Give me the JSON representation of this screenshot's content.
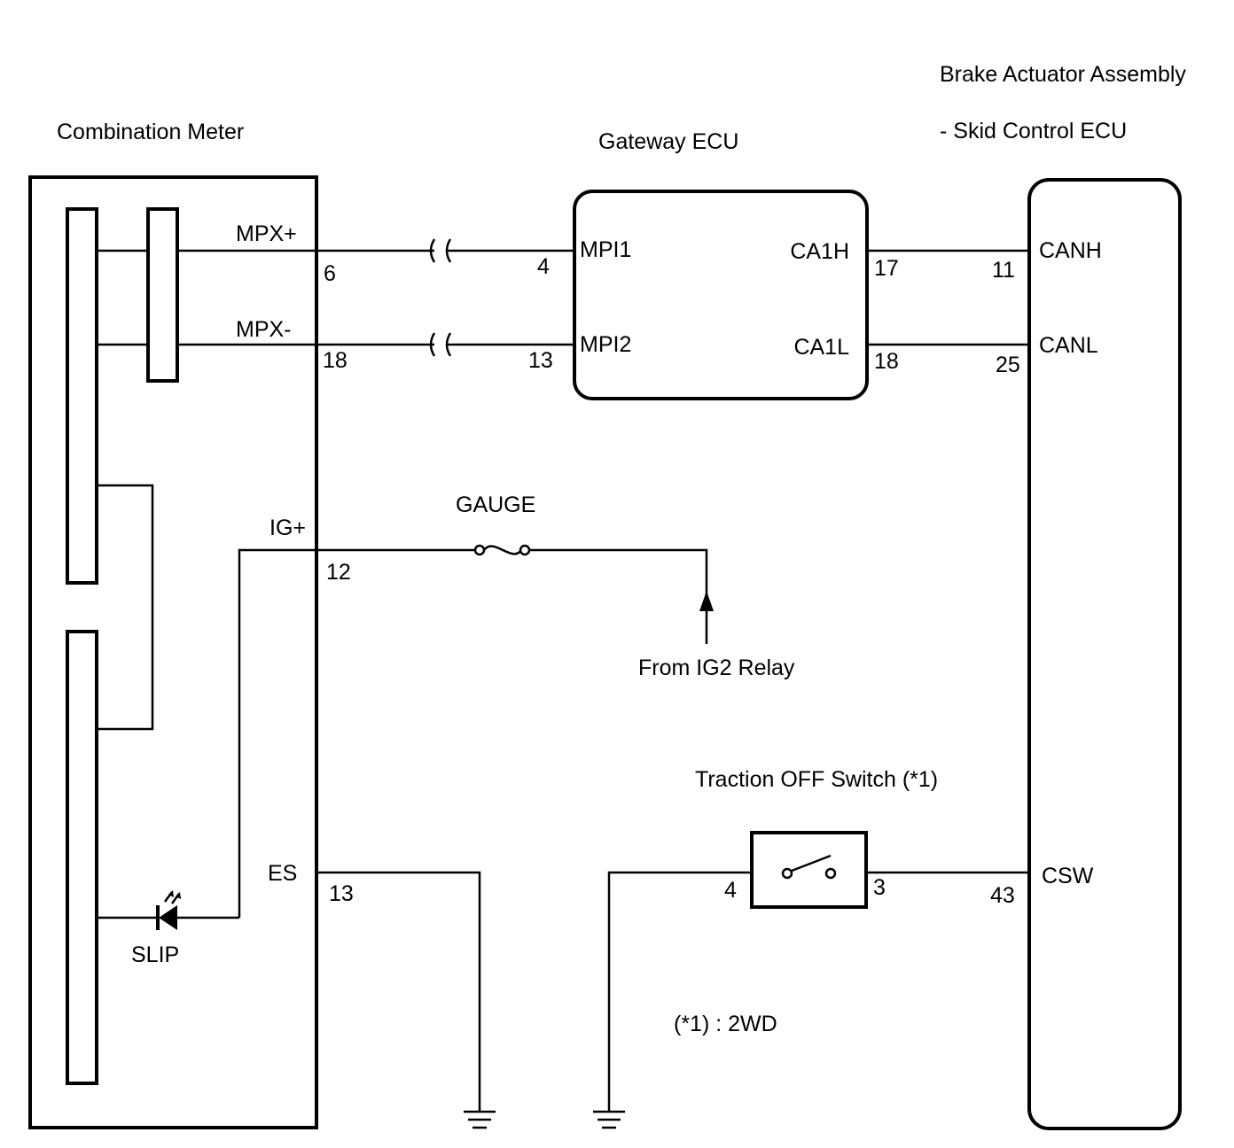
{
  "components": {
    "combination_meter": "Combination Meter",
    "gateway_ecu": "Gateway ECU",
    "brake_actuator_line1": "Brake Actuator Assembly",
    "brake_actuator_line2": "- Skid Control ECU",
    "fuse": "GAUGE",
    "ig2_source": "From IG2 Relay",
    "traction_switch": "Traction OFF Switch (*1)",
    "slip_indicator": "SLIP",
    "footnote": "(*1) : 2WD"
  },
  "meter_terminals": {
    "mpx_plus": {
      "name": "MPX+",
      "pin": "6"
    },
    "mpx_minus": {
      "name": "MPX-",
      "pin": "18"
    },
    "ig_plus": {
      "name": "IG+",
      "pin": "12"
    },
    "es": {
      "name": "ES",
      "pin": "13"
    }
  },
  "gateway_terminals": {
    "mpi1": {
      "name": "MPI1",
      "pin": "4"
    },
    "mpi2": {
      "name": "MPI2",
      "pin": "13"
    },
    "ca1h": {
      "name": "CA1H",
      "pin": "17"
    },
    "ca1l": {
      "name": "CA1L",
      "pin": "18"
    }
  },
  "skid_terminals": {
    "canh": {
      "name": "CANH",
      "pin": "11"
    },
    "canl": {
      "name": "CANL",
      "pin": "25"
    },
    "csw": {
      "name": "CSW",
      "pin": "43"
    }
  },
  "switch_pins": {
    "left": "4",
    "right": "3"
  }
}
